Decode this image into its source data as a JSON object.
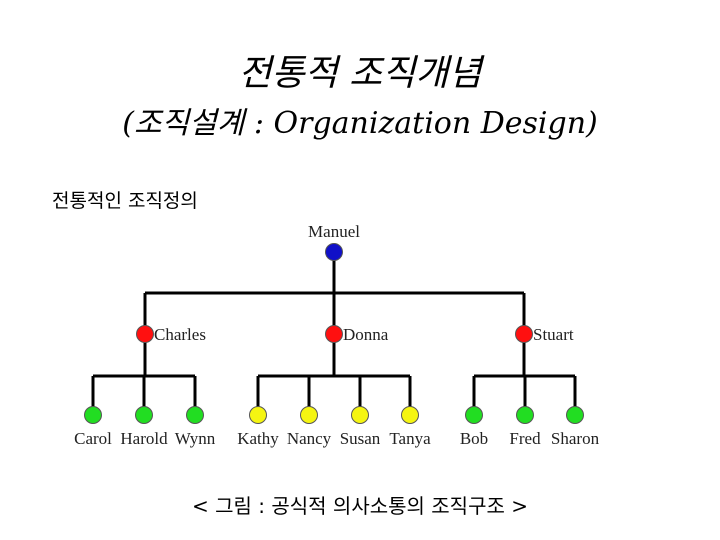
{
  "title_line1": "전통적 조직개념",
  "title_line2": "(조직설계 : Organization Design)",
  "subtitle": "전통적인 조직정의",
  "caption": "< 그림 : 공식적 의사소통의 조직구조 >",
  "colors": {
    "top": "#1010c8",
    "manager": "#ff1010",
    "team_a": "#22dd22",
    "team_b": "#f5f512",
    "line": "#000000"
  },
  "org": {
    "root": "Manuel",
    "managers": [
      {
        "name": "Charles",
        "members": [
          "Carol",
          "Harold",
          "Wynn"
        ],
        "color": "team_a"
      },
      {
        "name": "Donna",
        "members": [
          "Kathy",
          "Nancy",
          "Susan",
          "Tanya"
        ],
        "color": "team_b"
      },
      {
        "name": "Stuart",
        "members": [
          "Bob",
          "Fred",
          "Sharon"
        ],
        "color": "team_a"
      }
    ]
  }
}
